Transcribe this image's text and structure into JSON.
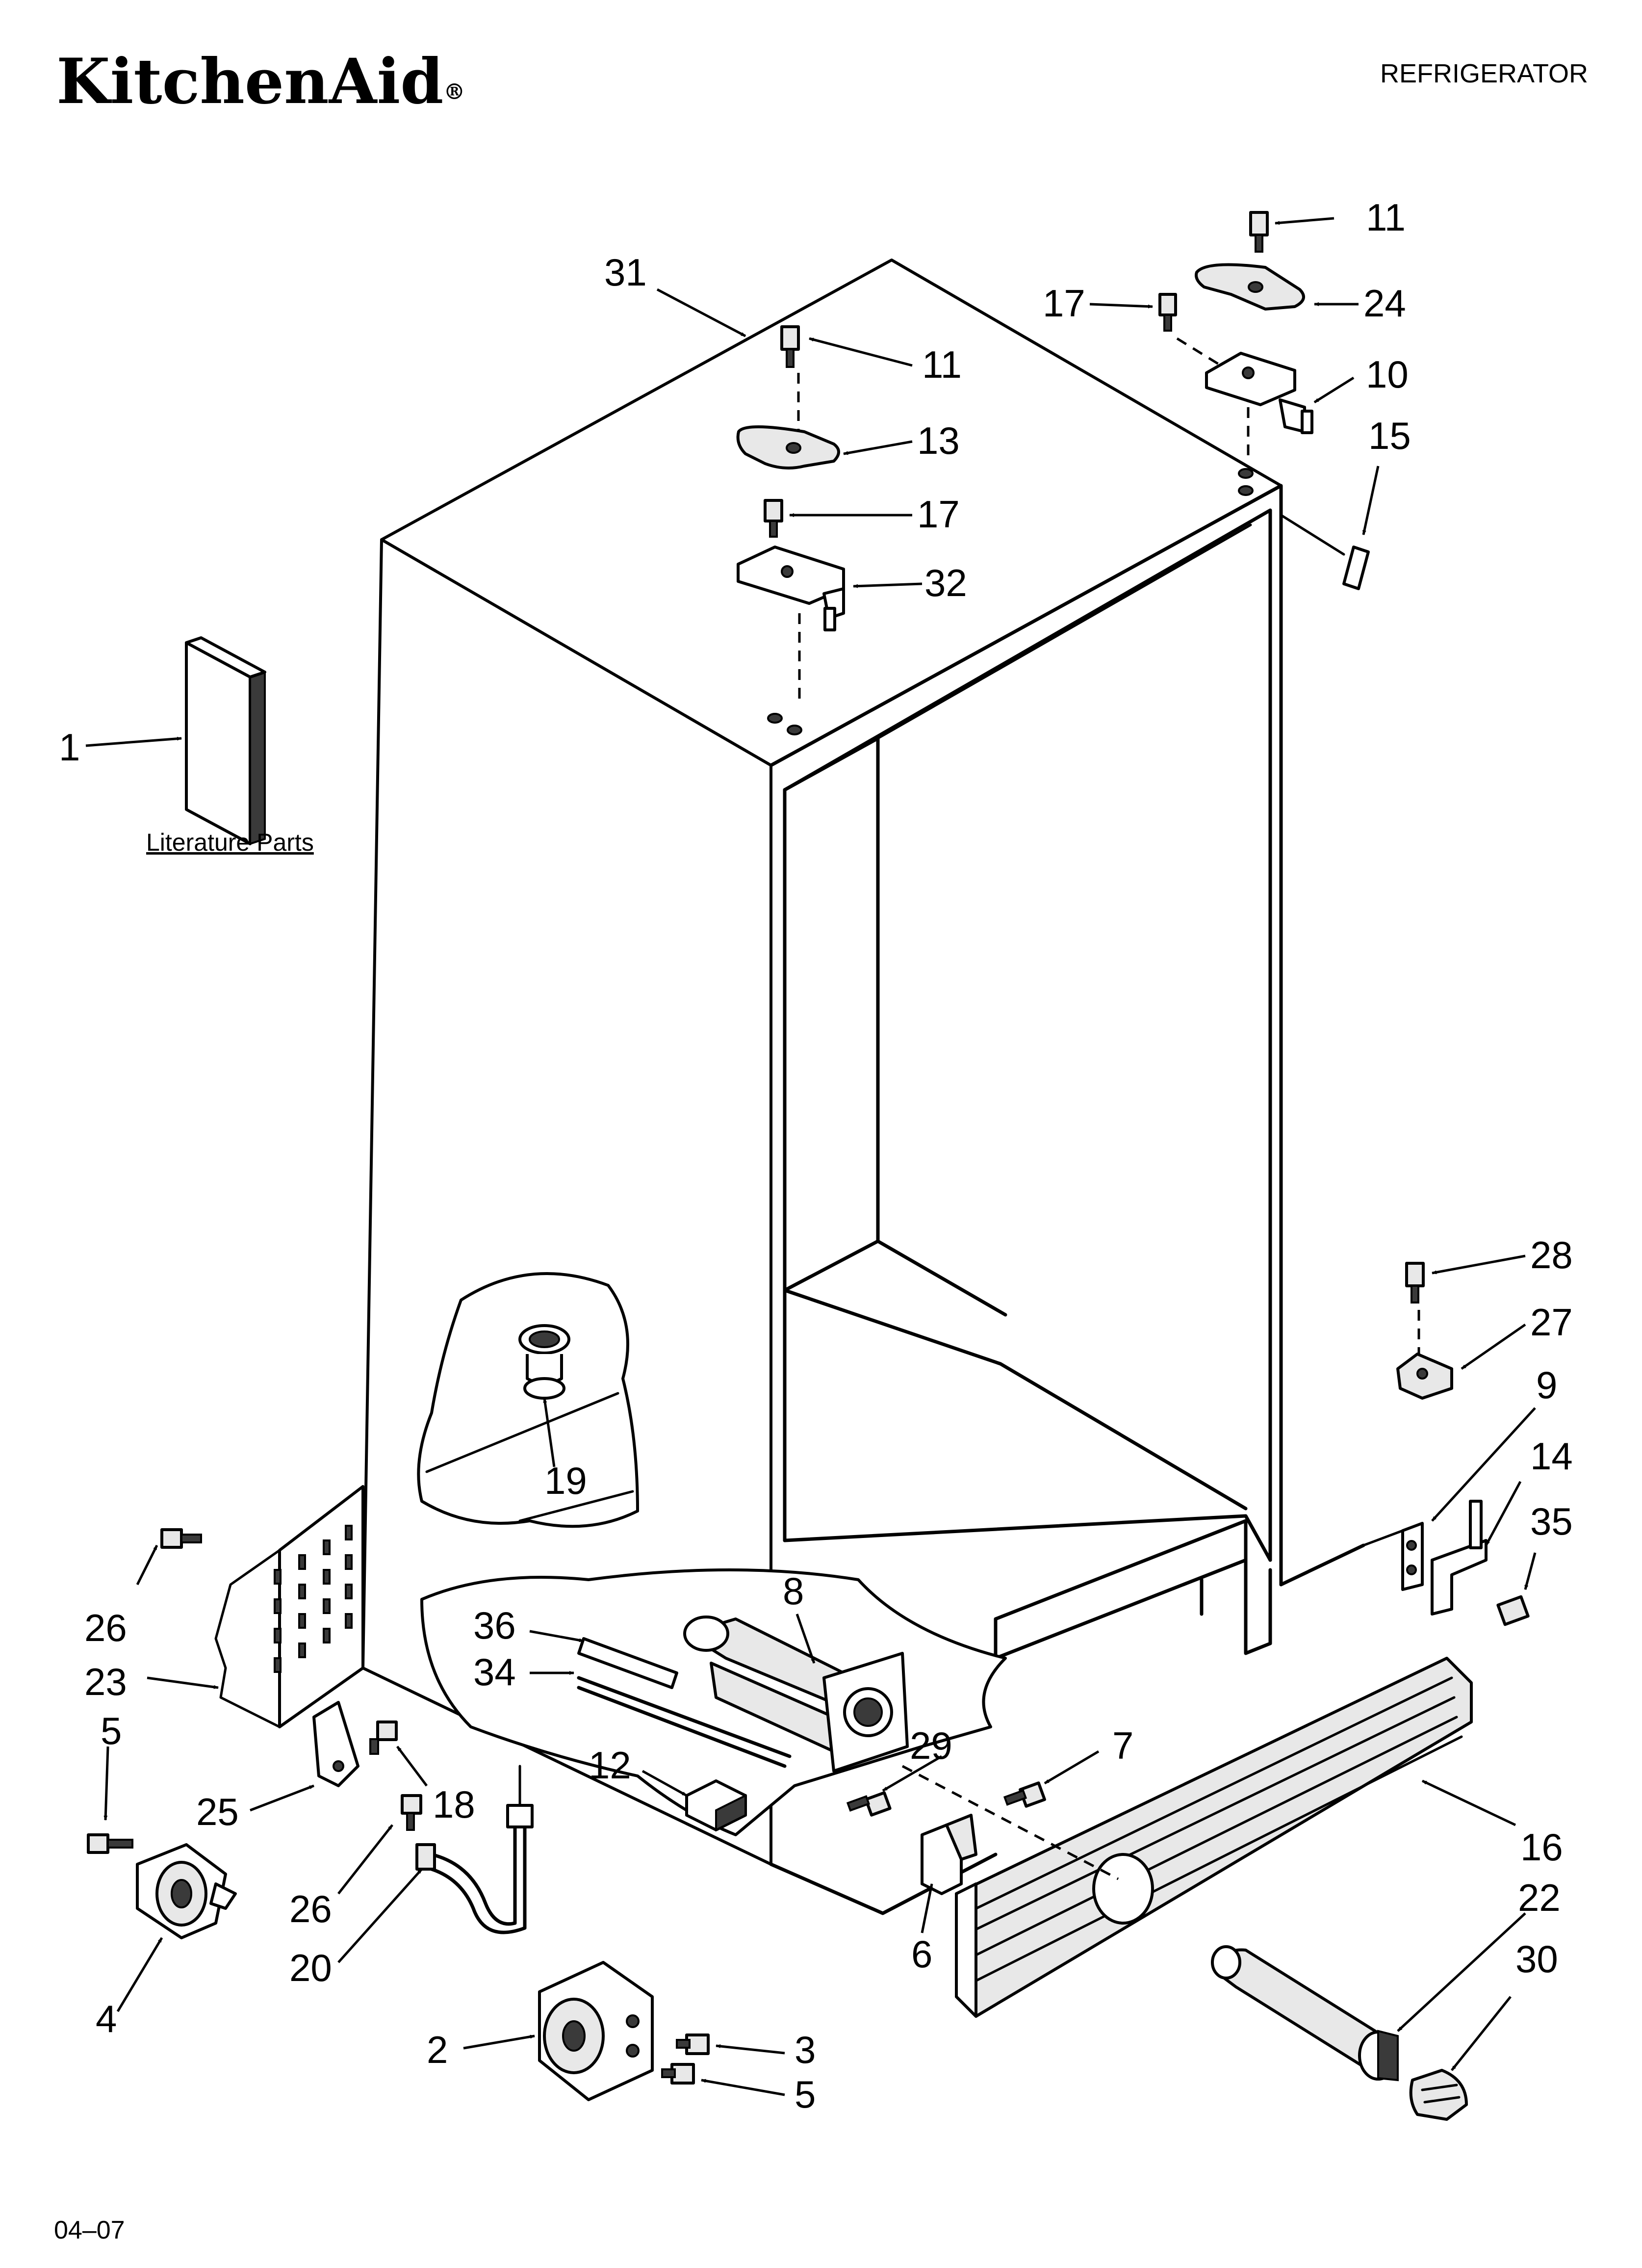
{
  "header": {
    "brand": "KitchenAid",
    "registered_mark": "®",
    "section": "REFRIGERATOR"
  },
  "literature_label": "Literature Parts",
  "footer": {
    "code": "04–07"
  },
  "callouts": [
    {
      "id": "c11a",
      "text": "11"
    },
    {
      "id": "c31",
      "text": "31"
    },
    {
      "id": "c17a",
      "text": "17"
    },
    {
      "id": "c24",
      "text": "24"
    },
    {
      "id": "c11b",
      "text": "11"
    },
    {
      "id": "c10",
      "text": "10"
    },
    {
      "id": "c13",
      "text": "13"
    },
    {
      "id": "c15",
      "text": "15"
    },
    {
      "id": "c17b",
      "text": "17"
    },
    {
      "id": "c32",
      "text": "32"
    },
    {
      "id": "c1",
      "text": "1"
    },
    {
      "id": "c28",
      "text": "28"
    },
    {
      "id": "c27",
      "text": "27"
    },
    {
      "id": "c9",
      "text": "9"
    },
    {
      "id": "c14",
      "text": "14"
    },
    {
      "id": "c19",
      "text": "19"
    },
    {
      "id": "c35",
      "text": "35"
    },
    {
      "id": "c8",
      "text": "8"
    },
    {
      "id": "c36",
      "text": "36"
    },
    {
      "id": "c26a",
      "text": "26"
    },
    {
      "id": "c34",
      "text": "34"
    },
    {
      "id": "c23",
      "text": "23"
    },
    {
      "id": "c5a",
      "text": "5"
    },
    {
      "id": "c29",
      "text": "29"
    },
    {
      "id": "c7",
      "text": "7"
    },
    {
      "id": "c12",
      "text": "12"
    },
    {
      "id": "c25",
      "text": "25"
    },
    {
      "id": "c18",
      "text": "18"
    },
    {
      "id": "c16",
      "text": "16"
    },
    {
      "id": "c22",
      "text": "22"
    },
    {
      "id": "c26b",
      "text": "26"
    },
    {
      "id": "c6",
      "text": "6"
    },
    {
      "id": "c30",
      "text": "30"
    },
    {
      "id": "c20",
      "text": "20"
    },
    {
      "id": "c4",
      "text": "4"
    },
    {
      "id": "c2",
      "text": "2"
    },
    {
      "id": "c3",
      "text": "3"
    },
    {
      "id": "c5b",
      "text": "5"
    }
  ]
}
